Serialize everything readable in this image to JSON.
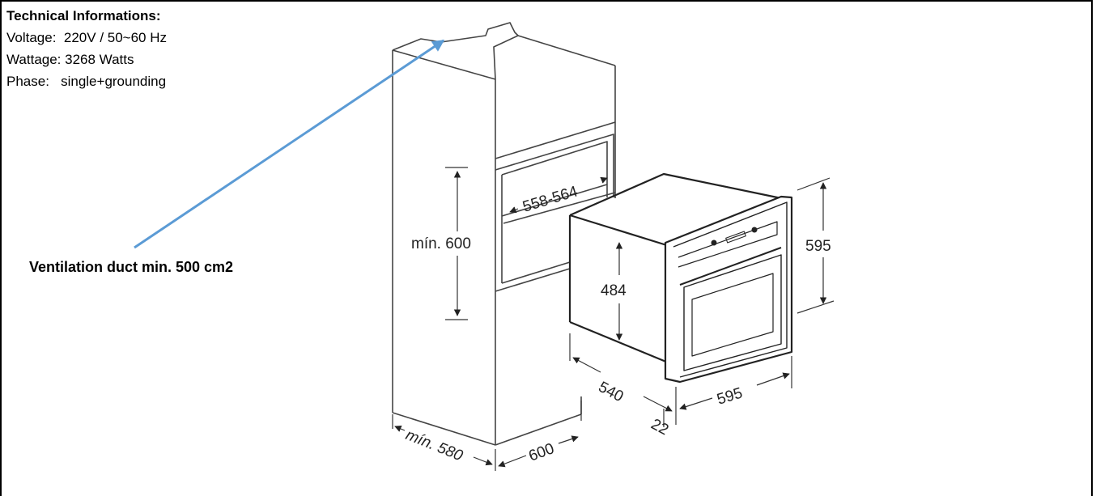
{
  "specs": {
    "heading": "Technical Informations:",
    "voltage": "Voltage:  220V / 50~60 Hz",
    "wattage": "Wattage: 3268 Watts",
    "phase": "Phase:   single+grounding"
  },
  "annotation": {
    "label": "Ventilation duct min. 500 cm2",
    "arrow_color": "#5b9bd5"
  },
  "dimensions": {
    "niche_width": "558-564",
    "niche_height": "mín. 600",
    "cabinet_depth": "mín. 580",
    "cabinet_width": "600",
    "oven_height": "595",
    "oven_inner_height": "484",
    "oven_depth": "540",
    "oven_width": "595",
    "front_thickness": "22"
  }
}
